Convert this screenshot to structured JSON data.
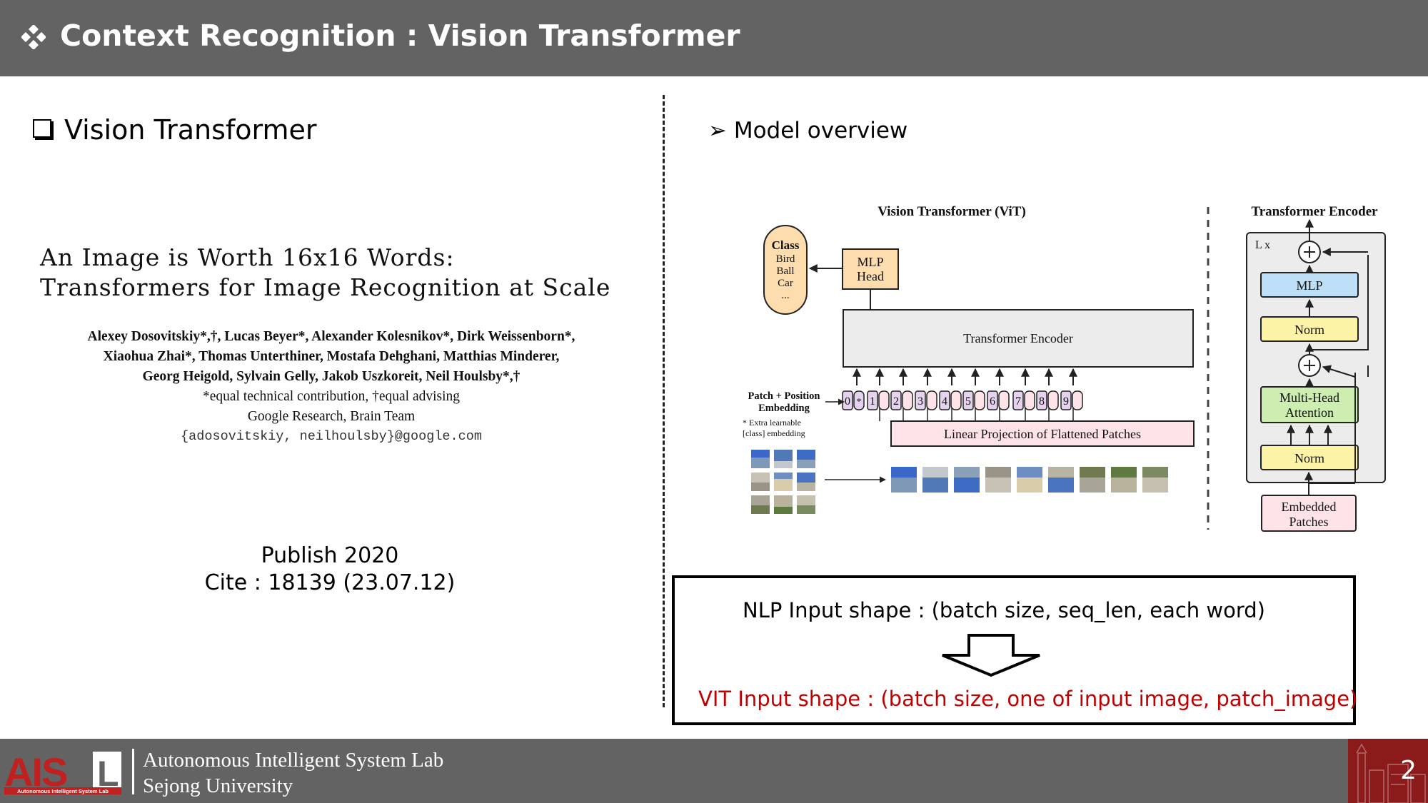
{
  "header": {
    "title": "Context Recognition : Vision Transformer"
  },
  "left": {
    "heading": "Vision Transformer",
    "paper": {
      "title_line1": "An Image is Worth 16x16 Words:",
      "title_line2": "Transformers for Image Recognition at Scale",
      "authors_line1": "Alexey Dosovitskiy*,†, Lucas Beyer*, Alexander Kolesnikov*, Dirk Weissenborn*,",
      "authors_line2": "Xiaohua Zhai*, Thomas Unterthiner, Mostafa Dehghani, Matthias Minderer,",
      "authors_line3": "Georg Heigold, Sylvain Gelly, Jakob Uszkoreit, Neil Houlsby*,†",
      "contribution_note": "*equal technical contribution, †equal advising",
      "affiliation": "Google Research, Brain Team",
      "emails": "{adosovitskiy, neilhoulsby}@google.com"
    },
    "publish": "Publish 2020",
    "cite": "Cite : 18139 (23.07.12)"
  },
  "right": {
    "heading": "Model overview",
    "diagram": {
      "vit_title": "Vision Transformer (ViT)",
      "encoder_title": "Transformer Encoder",
      "class_box": [
        "Class",
        "Bird",
        "Ball",
        "Car",
        "..."
      ],
      "mlp_head": [
        "MLP",
        "Head"
      ],
      "transformer_encoder": "Transformer Encoder",
      "patch_position_embedding": [
        "Patch + Position",
        "Embedding"
      ],
      "extra_learnable": [
        "* Extra learnable",
        "[class] embedding"
      ],
      "linear_projection": "Linear Projection of Flattened Patches",
      "tokens": [
        "0",
        "1",
        "2",
        "3",
        "4",
        "5",
        "6",
        "7",
        "8",
        "9"
      ],
      "lx": "L x",
      "mlp": "MLP",
      "norm": "Norm",
      "multi_head_attention": [
        "Multi-Head",
        "Attention"
      ],
      "embedded_patches": [
        "Embedded",
        "Patches"
      ],
      "colors": {
        "class_fill": "#fddcae",
        "head_fill": "#fddcae",
        "encoder_fill": "#ececec",
        "projection_fill": "#fde3e8",
        "token_fill": "#e5d2ee",
        "mlp_fill": "#bde0f6",
        "norm_fill": "#fdf3a6",
        "attention_fill": "#cdeeb0",
        "embedded_fill": "#fde3e8"
      }
    },
    "nlp_shape": "NLP Input shape : (batch size, seq_len, each word)",
    "vit_shape": "VIT Input shape : (batch size, one of input image, patch_image)"
  },
  "footer": {
    "logo_text": "AISL",
    "logo_subtext": "Autonomous Intelligent System Lab",
    "lab_name": "Autonomous Intelligent System Lab",
    "university": "Sejong University",
    "page_number": "2"
  }
}
